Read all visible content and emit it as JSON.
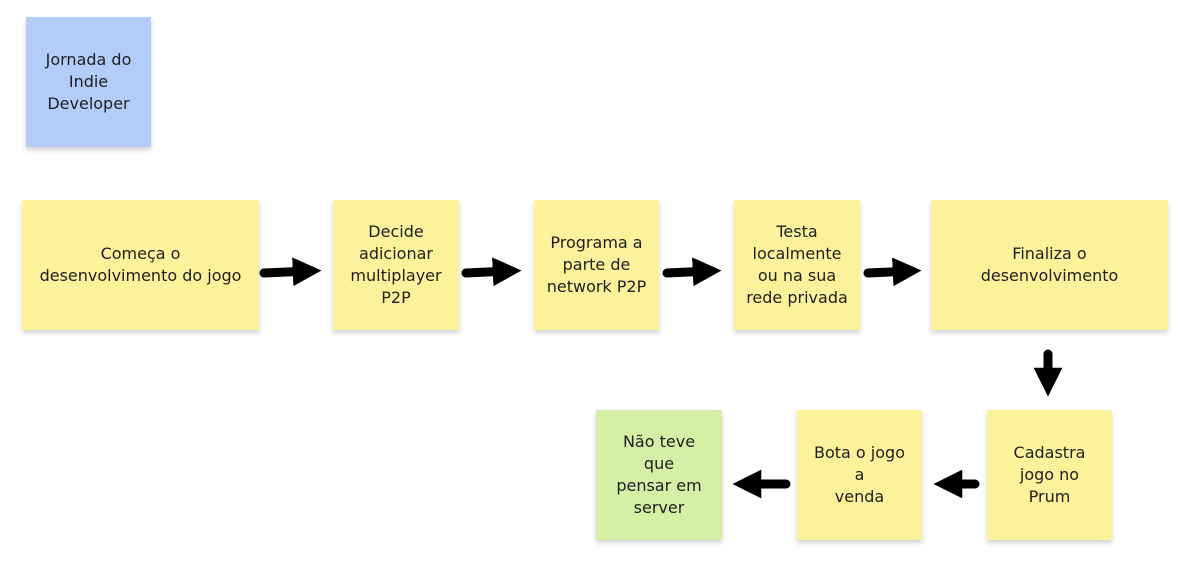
{
  "board": {
    "title_note": "Jornada do\nIndie\nDeveloper",
    "steps": [
      "Começa o\ndesenvolvimento do jogo",
      "Decide\nadicionar\nmultiplayer\nP2P",
      "Programa a\nparte de\nnetwork P2P",
      "Testa\nlocalmente\nou na sua\nrede privada",
      "Finaliza o\ndesenvolvimento",
      "Cadastra\njogo no\nPrum",
      "Bota o jogo a\nvenda",
      "Não teve que\npensar em\nserver"
    ]
  },
  "colors": {
    "title_note": "#b3cdfb",
    "step_note": "#fbf29b",
    "final_note": "#d4efa6",
    "arrow": "#000000"
  }
}
